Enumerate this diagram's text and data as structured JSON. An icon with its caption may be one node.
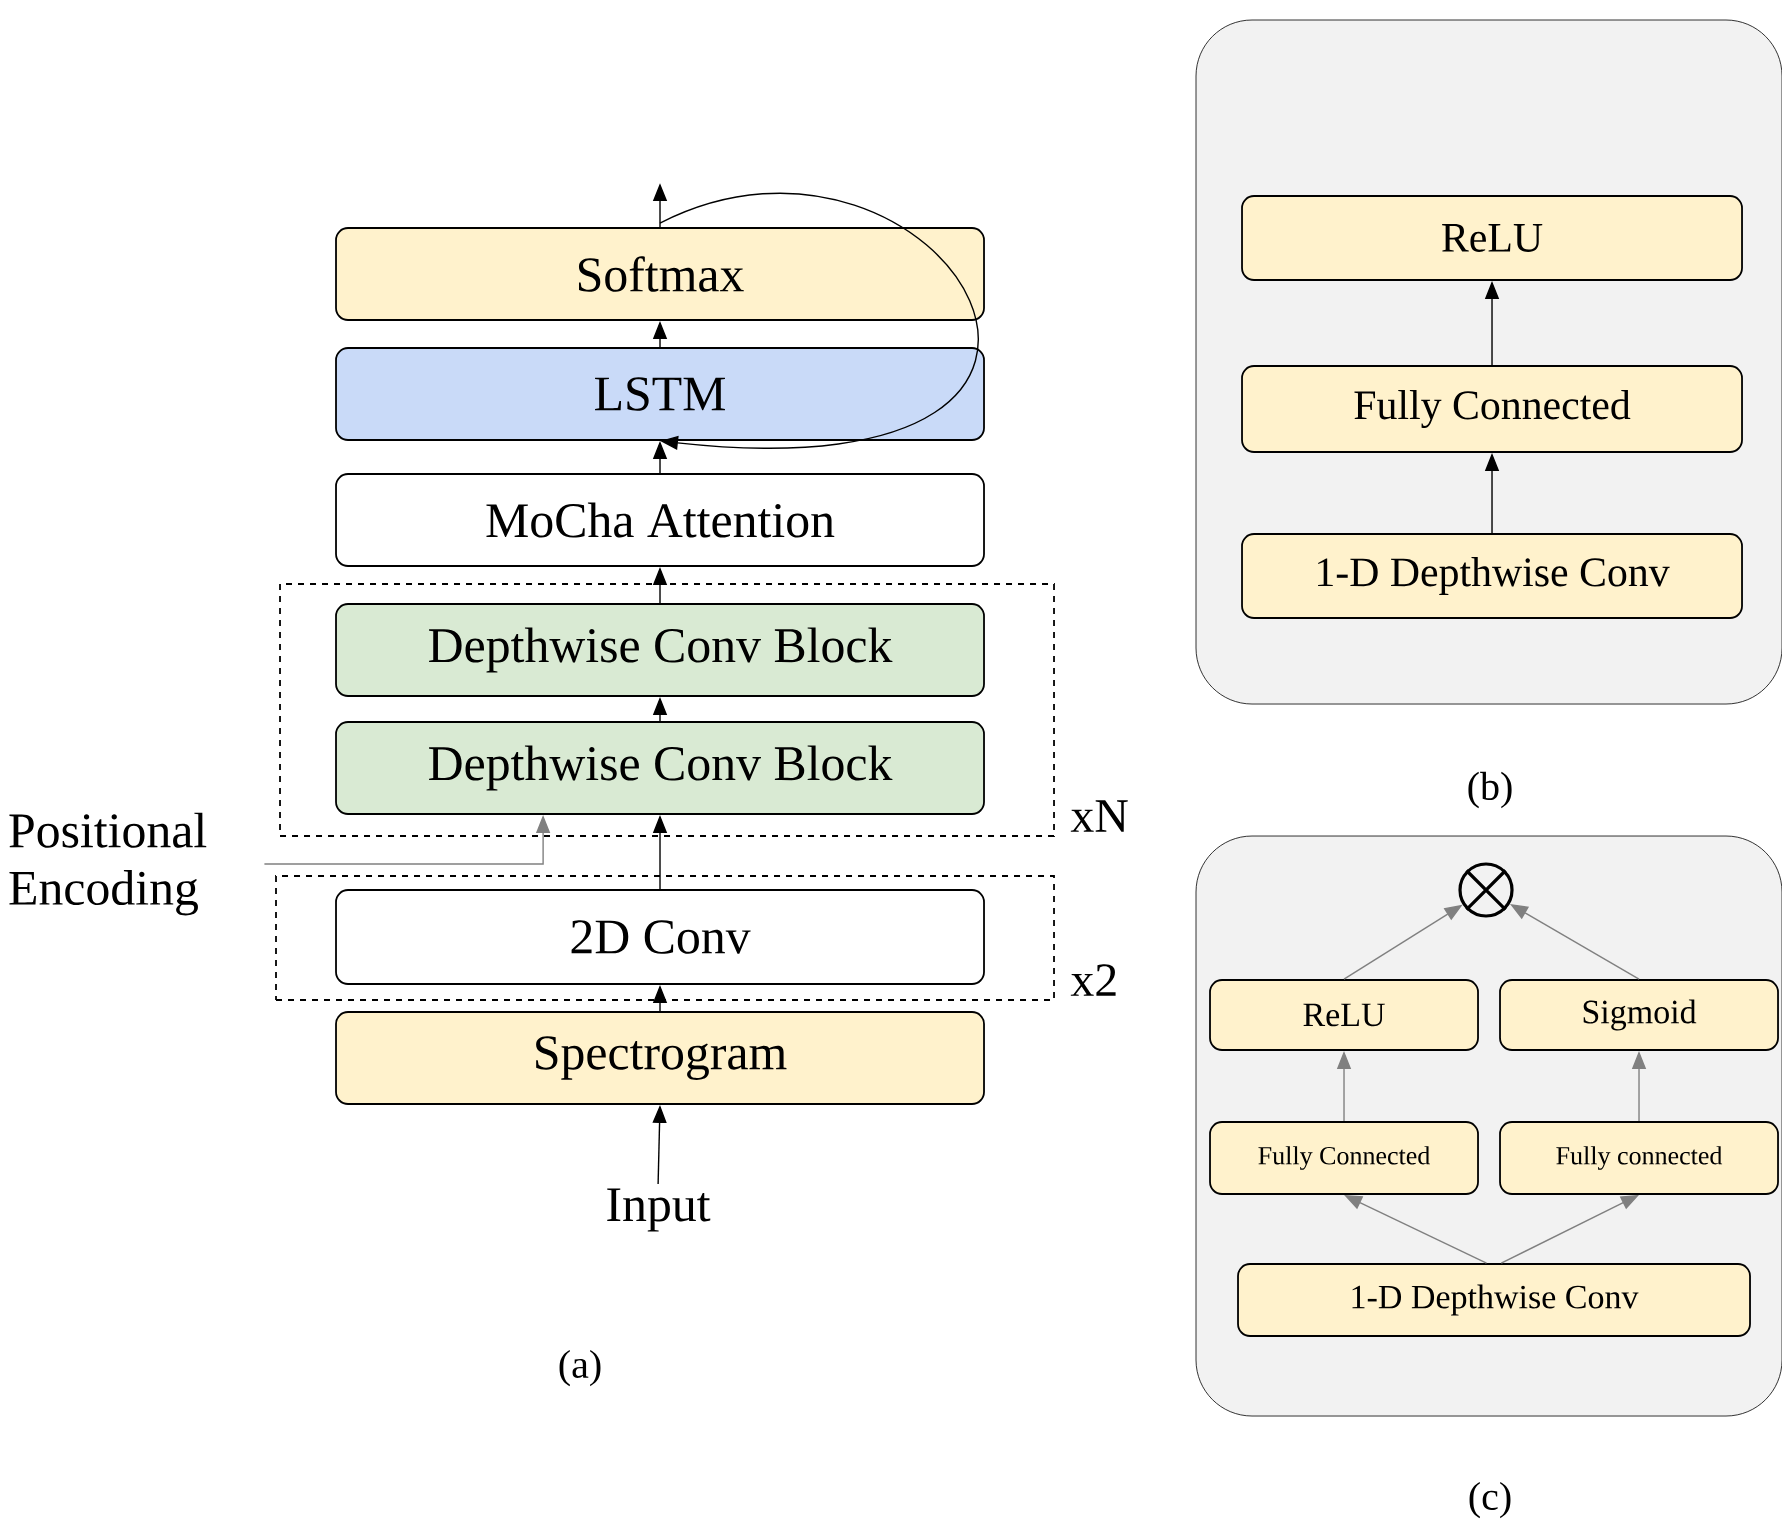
{
  "diagram": {
    "nodes": [
      {
        "text": [
          "Softmax"
        ]
      },
      {
        "text": [
          "LSTM"
        ]
      },
      {
        "text": [
          "MoCha Attention"
        ]
      },
      {
        "text": [
          "xN"
        ]
      },
      {
        "text": [
          "Depthwise Conv Block"
        ],
        "in": 3
      },
      {
        "text": [
          "Depthwise Conv Block"
        ],
        "in": 3
      },
      {
        "text": [
          "x2"
        ]
      },
      {
        "text": [
          "2D Conv"
        ],
        "in": 6
      },
      {
        "text": [
          "Spectrogram"
        ]
      },
      {
        "text": [
          "Input"
        ]
      },
      {
        "text": [
          "Positional Encoding"
        ]
      },
      {
        "text": [],
        "shape": "box",
        "beside": [
          "(b)"
        ]
      },
      {
        "text": [
          "ReLU"
        ],
        "in": 11
      },
      {
        "text": [
          "Fully Connected"
        ],
        "in": 11
      },
      {
        "text": [
          "1-D Depthwise Conv"
        ],
        "in": 11
      },
      {
        "text": [],
        "shape": "box",
        "beside": [
          "(c)"
        ]
      },
      {
        "text": [],
        "shape": "circle",
        "in": 15
      },
      {
        "text": [
          "ReLU"
        ],
        "in": 15
      },
      {
        "text": [
          "Sigmoid"
        ],
        "in": 15
      },
      {
        "text": [
          "Fully Connected"
        ],
        "in": 15
      },
      {
        "text": [
          "Fully connected"
        ],
        "in": 15
      },
      {
        "text": [
          "1-D Depthwise Conv"
        ],
        "in": 15
      }
    ],
    "edges": [
      {
        "from": 9,
        "to": 8,
        "arrow": "to"
      },
      {
        "from": 8,
        "to": 7,
        "arrow": "to"
      },
      {
        "from": 7,
        "to": 5,
        "arrow": "to"
      },
      {
        "from": 10,
        "to": 5,
        "arrow": "to",
        "color": "#808080"
      },
      {
        "from": 5,
        "to": 4,
        "arrow": "to"
      },
      {
        "from": 4,
        "to": 2,
        "arrow": "to"
      },
      {
        "from": 2,
        "to": 1,
        "arrow": "to"
      },
      {
        "from": 1,
        "to": 0,
        "arrow": "to"
      },
      {
        "from": 0,
        "to": null,
        "arrow": "to"
      },
      {
        "from": 0,
        "to": 1,
        "arrow": "to"
      },
      {
        "from": 14,
        "to": 13,
        "arrow": "to"
      },
      {
        "from": 13,
        "to": 12,
        "arrow": "to"
      },
      {
        "from": 21,
        "to": 19,
        "arrow": "to",
        "color": "#808080"
      },
      {
        "from": 21,
        "to": 20,
        "arrow": "to",
        "color": "#808080"
      },
      {
        "from": 19,
        "to": 17,
        "arrow": "to",
        "color": "#808080"
      },
      {
        "from": 20,
        "to": 18,
        "arrow": "to",
        "color": "#808080"
      },
      {
        "from": 17,
        "to": 16,
        "arrow": "to",
        "color": "#808080"
      },
      {
        "from": 18,
        "to": 16,
        "arrow": "to",
        "color": "#808080"
      }
    ],
    "labels": [
      "(a)"
    ]
  }
}
